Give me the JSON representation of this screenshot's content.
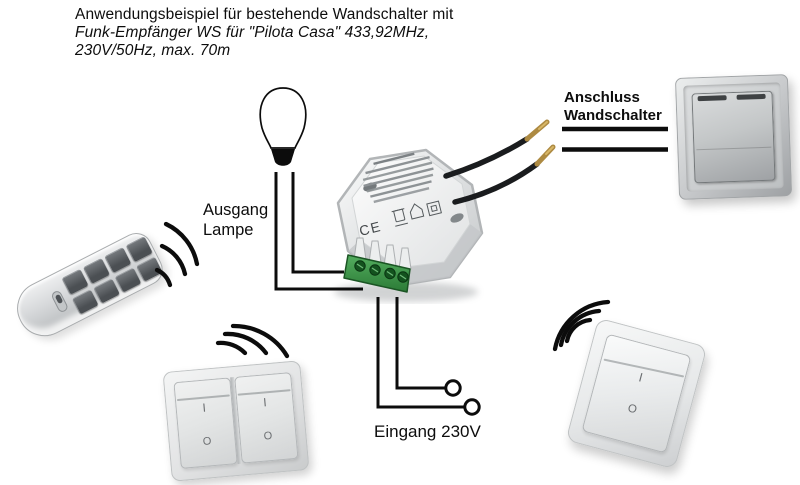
{
  "title": {
    "line1": "Anwendungsbeispiel für bestehende Wandschalter mit",
    "line2": "Funk-Empfänger WS für \"Pilota Casa\" 433,92MHz,",
    "line3": "230V/50Hz, max. 70m"
  },
  "labels": {
    "lamp_output": {
      "line1": "Ausgang",
      "line2": "Lampe"
    },
    "wall_switch_connection": {
      "line1": "Anschluss",
      "line2": "Wandschalter"
    },
    "mains_input": "Eingang 230V"
  },
  "receiver": {
    "ce_mark": "CE"
  },
  "switch_marks": {
    "on": "I",
    "off": "O"
  },
  "icons": {
    "wireless_signal": "three-arcs",
    "lamp_bulb": "bulb-outline",
    "weee_bin": "crossed-out-bin",
    "house": "⌂",
    "double_insulation": "nested-squares"
  },
  "colors": {
    "background": "#ffffff",
    "line_art": "#0c0c0c",
    "terminal_block_green": "#2e7d39",
    "wire_ferrule_brass": "#ad8a42",
    "silver_switch": "#c2c4c6",
    "device_body": "#e9ebec",
    "remote_button_dark": "#4b4f53"
  }
}
